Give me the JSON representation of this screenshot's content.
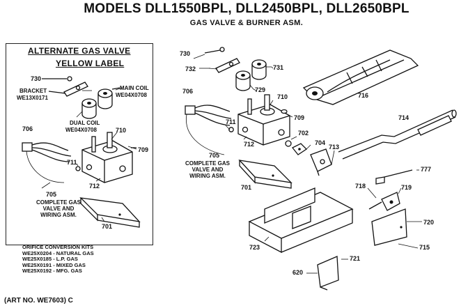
{
  "header": {
    "title": "MODELS DLL1550BPL, DLL2450BPL, DLL2650BPL",
    "subtitle": "GAS VALVE & BURNER ASM."
  },
  "alternate_box": {
    "heading": "ALTERNATE GAS VALVE",
    "subheading": "YELLOW LABEL",
    "labels": {
      "bracket": "BRACKET",
      "bracket_part": "WE13X0171",
      "main_coil": "MAIN COIL",
      "main_coil_part": "WE04X0708",
      "dual_coil": "DUAL COIL",
      "dual_coil_part": "WE04X0708",
      "complete_1": "COMPLETE GAS",
      "complete_2": "VALVE AND",
      "complete_3": "WIRING ASM."
    },
    "part_numbers": [
      "730",
      "706",
      "710",
      "709",
      "711",
      "712",
      "705",
      "701"
    ]
  },
  "main_labels": {
    "complete_1": "COMPLETE GAS",
    "complete_2": "VALVE AND",
    "complete_3": "WIRING ASM."
  },
  "main_part_numbers": [
    "730",
    "732",
    "731",
    "729",
    "706",
    "710",
    "709",
    "711",
    "712",
    "702",
    "704",
    "713",
    "716",
    "714",
    "705",
    "701",
    "777",
    "718",
    "719",
    "720",
    "715",
    "723",
    "721",
    "620"
  ],
  "orifice": {
    "heading": "ORIFICE CONVERSION KITS",
    "lines": [
      "WE25X0204 - NATURAL GAS",
      "WE25X0185 - L.P. GAS",
      "WE25X0191 - MIXED GAS",
      "WE25X0192 - MFG. GAS"
    ]
  },
  "footer": {
    "art_number": "(ART NO. WE7603) C"
  }
}
